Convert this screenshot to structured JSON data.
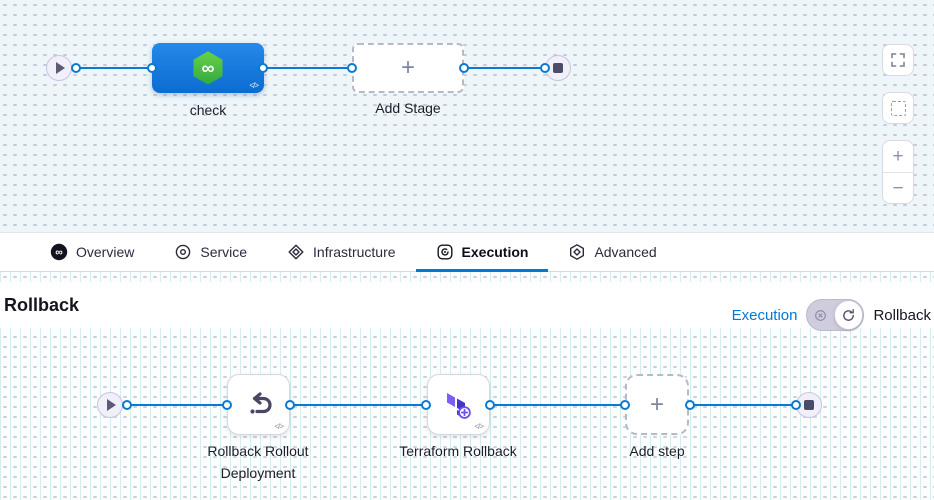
{
  "icons": {
    "infinity": "∞",
    "plus": "+",
    "minus": "−",
    "code": "</>"
  },
  "top_canvas": {
    "stage_label": "check",
    "add_stage_label": "Add Stage"
  },
  "tabs": [
    {
      "label": "Overview",
      "active": false
    },
    {
      "label": "Service",
      "active": false
    },
    {
      "label": "Infrastructure",
      "active": false
    },
    {
      "label": "Execution",
      "active": true
    },
    {
      "label": "Advanced",
      "active": false
    }
  ],
  "rollback_panel": {
    "heading": "Rollback",
    "execution_link": "Execution",
    "toggle_right_label": "Rollback",
    "steps": [
      {
        "label": "Rollback Rollout Deployment"
      },
      {
        "label": "Terraform Rollback"
      }
    ],
    "add_step_label": "Add step"
  },
  "colors": {
    "accent_blue": "#0278d5",
    "stage_blue": "#1070d0",
    "harness_green": "#4dba41",
    "terraform_purple": "#5347d0"
  }
}
